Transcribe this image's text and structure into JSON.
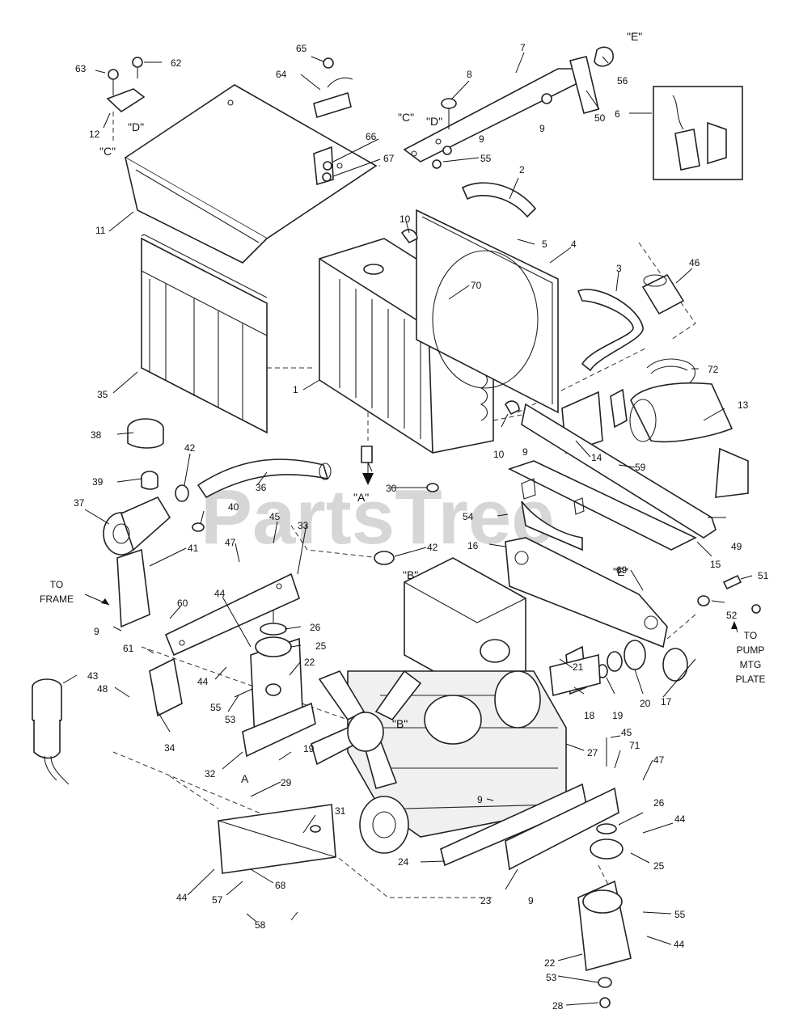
{
  "watermark": "PartsTree",
  "callouts": [
    "1",
    "2",
    "3",
    "4",
    "5",
    "6",
    "7",
    "8",
    "9",
    "10",
    "11",
    "12",
    "13",
    "14",
    "15",
    "16",
    "17",
    "18",
    "19",
    "20",
    "21",
    "22",
    "23",
    "24",
    "25",
    "26",
    "27",
    "28",
    "29",
    "30",
    "31",
    "32",
    "33",
    "34",
    "35",
    "36",
    "37",
    "38",
    "39",
    "40",
    "41",
    "42",
    "43",
    "44",
    "45",
    "46",
    "47",
    "48",
    "49",
    "50",
    "51",
    "52",
    "53",
    "54",
    "55",
    "56",
    "57",
    "58",
    "59",
    "60",
    "61",
    "62",
    "63",
    "64",
    "65",
    "66",
    "67",
    "68",
    "69",
    "70",
    "71",
    "72"
  ],
  "reference_marks": {
    "a_quote": "\"A\"",
    "a_plain": "A",
    "b_quote": "\"B\"",
    "c_quote": "\"C\"",
    "d_quote": "\"D\"",
    "e_quote": "\"E\""
  },
  "notes": {
    "to_frame": [
      "TO",
      "FRAME"
    ],
    "to_pump": [
      "TO",
      "PUMP",
      "MTG",
      "PLATE"
    ]
  }
}
